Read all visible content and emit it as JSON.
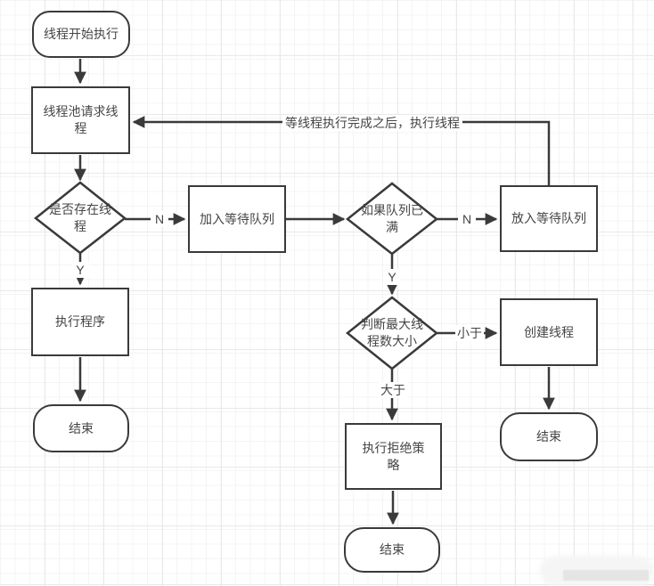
{
  "diagram": {
    "title_hint": "thread-pool-execution-flowchart",
    "colors": {
      "stroke": "#3a3a3a",
      "text": "#454545",
      "node_fill": "#ffffff",
      "grid_minor": "#f4f4f4",
      "grid_major": "#e9e9e9"
    },
    "nodes": {
      "start": {
        "label": "线程开始执行"
      },
      "request": {
        "label": "线程池请求线程"
      },
      "decision_exists": {
        "label": "是否存在线程"
      },
      "join_queue": {
        "label": "加入等待队列"
      },
      "decision_queue_full": {
        "label": "如果队列已满"
      },
      "put_queue": {
        "label": "放入等待队列"
      },
      "execute": {
        "label": "执行程序"
      },
      "end_left": {
        "label": "结束"
      },
      "decision_max_threads": {
        "label": "判断最大线程数大小"
      },
      "create_thread": {
        "label": "创建线程"
      },
      "end_right": {
        "label": "结束"
      },
      "reject_policy": {
        "label": "执行拒绝策略"
      },
      "end_bottom": {
        "label": "结束"
      }
    },
    "edge_labels": {
      "exists_no": "N",
      "exists_yes": "Y",
      "full_no": "N",
      "full_yes": "Y",
      "less_than": "小于",
      "greater_than": "大于",
      "feedback": "等线程执行完成之后，执行线程"
    }
  }
}
